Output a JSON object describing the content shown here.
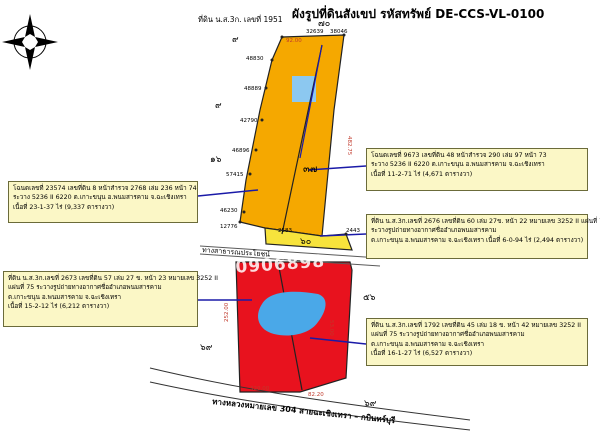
{
  "header": {
    "title": "ผังรูปที่ดินสังเขป รหัสทรัพย์ DE-CCS-VL-0100"
  },
  "compass": {
    "label": "N"
  },
  "top_parcel_label": "ที่ดิน น.ส.3ก. เลขที่ 1951",
  "parcel_numbers": {
    "north_nine": "๙",
    "seventy": "๗๐",
    "west_nine": "๙",
    "sixteen": "๑๖",
    "thirty_seven": "๓๗",
    "sixty": "๖๐",
    "fifty_six": "๕๖",
    "west_sixty_nine": "๖๙",
    "right_nine": "๙",
    "south_sixty_nine": "๖๙"
  },
  "plot_numbers": {
    "p48830": "48830",
    "p48889": "48889",
    "p42790": "42790",
    "p46896": "46896",
    "p57415": "57415",
    "p46230": "46230",
    "p12776": "12776",
    "p32639": "32639",
    "p38046": "38046",
    "p2583": "2583",
    "p2443": "2443"
  },
  "dimensions": {
    "top": "92.00",
    "right": "482.75",
    "bottom_left": "320.00",
    "bottom_right": "82.20",
    "left_side": "252.00",
    "mid": "53.00"
  },
  "road_label": "ทางหลวงหมายเลข 304 สายฉะเชิงเทรา – กบินทร์บุรี",
  "side_road_label": "ทางสาธารณประโยชน์",
  "watermark": "0800906898",
  "info_boxes": {
    "box1": {
      "line1": "โฉนดเลขที่ 23574 เลขที่ดิน 8 หน้าสำรวจ 2768 เล่ม 236 หน้า 74",
      "line2": "ระวาง 5236 II 6220 ต.เกาะขนุน อ.พนมสารคาม จ.ฉะเชิงเทรา",
      "line3": "เนื้อที่ 23-1-37 ไร่ (9,337 ตารางวา)"
    },
    "box2": {
      "line1": "โฉนดเลขที่ 9673 เลขที่ดิน 48 หน้าสำรวจ 290 เล่ม 97 หน้า 73",
      "line2": "ระวาง 5236 II 6220 ต.เกาะขนุน อ.พนมสารคาม จ.ฉะเชิงเทรา",
      "line3": "เนื้อที่ 11-2-71 ไร่ (4,671 ตารางวา)"
    },
    "box3": {
      "line1": "ที่ดิน น.ส.3ก.เลขที่ 2676 เลขที่ดิน 60 เล่ม 27ข. หน้า 22 หมายเลข 3252 II แผ่นที่ 75",
      "line2": "ระวางรูปถ่ายทางอากาศชื่ออำเภอพนมสารคาม",
      "line3": "ต.เกาะขนุน อ.พนมสารคาม จ.ฉะเชิงเทรา เนื้อที่ 6-0-94 ไร่ (2,494 ตารางวา)"
    },
    "box4": {
      "line1": "ที่ดิน น.ส.3ก.เลขที่ 2673 เลขที่ดิน 57 เล่ม 27 ข. หน้า 23 หมายเลข 3252 II",
      "line2": "แผ่นที่ 75 ระวางรูปถ่ายทางอากาศชื่ออำเภอพนมสารคาม",
      "line3": "ต.เกาะขนุน อ.พนมสารคาม จ.ฉะเชิงเทรา",
      "line4": "เนื้อที่ 15-2-12 ไร่ (6,212 ตารางวา)"
    },
    "box5": {
      "line1": "ที่ดิน น.ส.3ก.เลขที่ 1792 เลขที่ดิน 45 เล่ม 18 ข. หน้า 42 หมายเลข 3252 II",
      "line2": "แผ่นที่ 75 ระวางรูปถ่ายทางอากาศชื่ออำเภอพนมสารคาม",
      "line3": "ต.เกาะขนุน อ.พนมสารคาม จ.ฉะเชิงเทรา",
      "line4": "เนื้อที่ 16-1-27 ไร่ (6,527 ตารางวา)"
    }
  },
  "colors": {
    "orange_parcel": "#f5a800",
    "red_parcel": "#e8121e",
    "water": "#4aa8e8",
    "light_blue": "#8cc8f0",
    "leader_line": "#1a1aa8",
    "info_box_bg": "#fbf7c6"
  }
}
